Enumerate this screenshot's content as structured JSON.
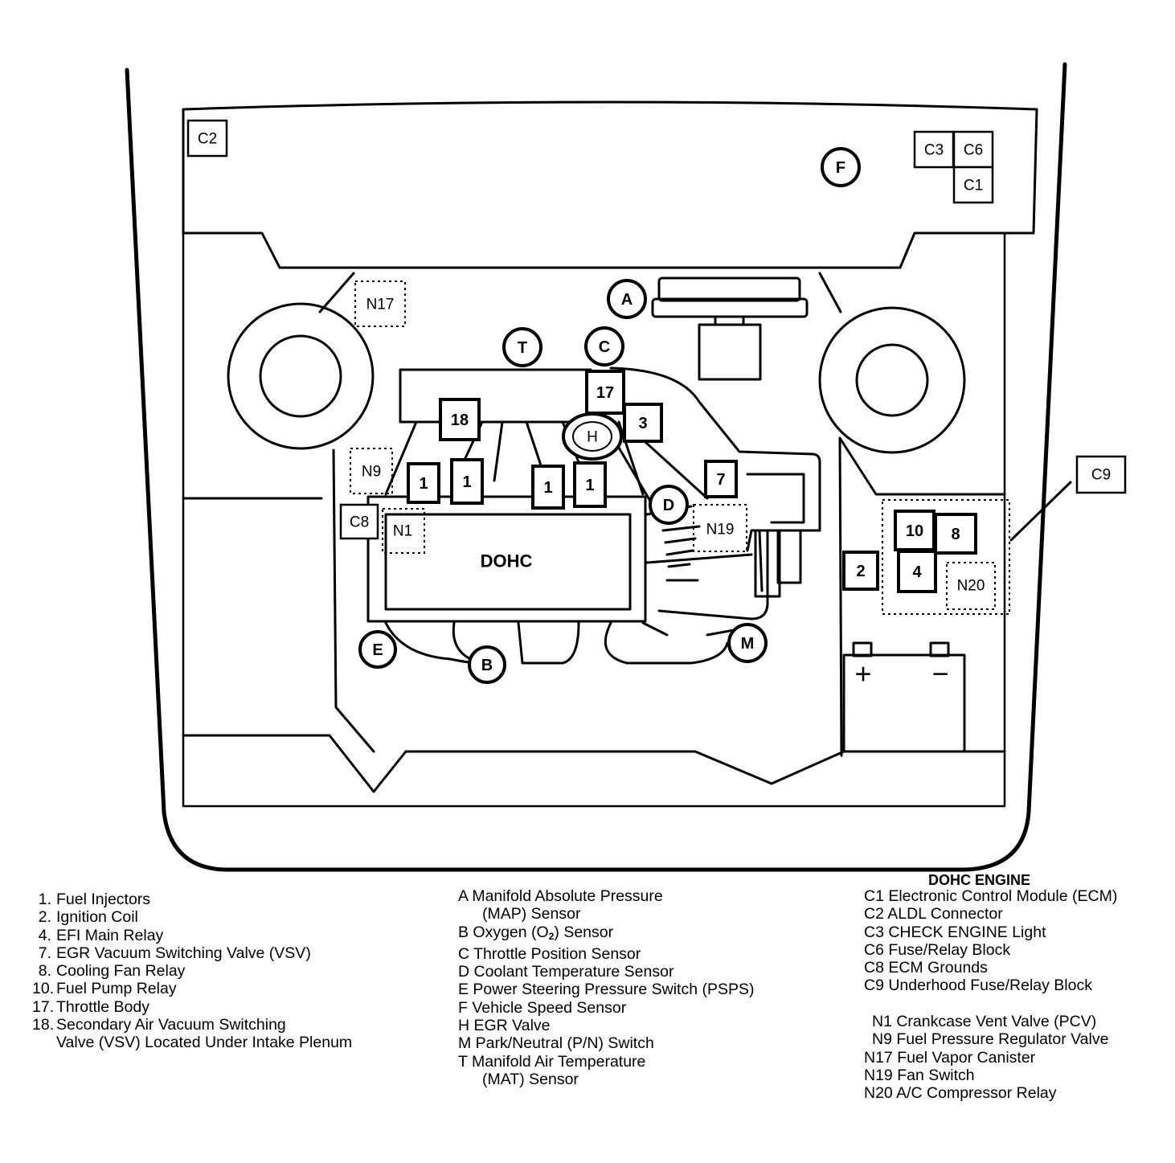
{
  "diagram": {
    "engine_label": "DOHC",
    "markers": {
      "C2": "C2",
      "C3": "C3",
      "C6": "C6",
      "C1": "C1",
      "F": "F",
      "A": "A",
      "T": "T",
      "C": "C",
      "N17": "N17",
      "n17": "17",
      "n18": "18",
      "n3": "3",
      "H": "H",
      "N9": "N9",
      "inj1": "1",
      "inj2": "1",
      "inj3": "1",
      "inj4": "1",
      "n7": "7",
      "D": "D",
      "C8": "C8",
      "N1": "N1",
      "N19": "N19",
      "C9": "C9",
      "n10": "10",
      "n8": "8",
      "n2": "2",
      "n4": "4",
      "N20": "N20",
      "E": "E",
      "B": "B",
      "M": "M",
      "plus": "+",
      "minus": "−"
    }
  },
  "legend": {
    "heading": "DOHC ENGINE",
    "numbered": [
      {
        "num": "1.",
        "text": "Fuel Injectors"
      },
      {
        "num": "2.",
        "text": "Ignition Coil"
      },
      {
        "num": "4.",
        "text": "EFI Main Relay"
      },
      {
        "num": "7.",
        "text": "EGR Vacuum Switching Valve (VSV)"
      },
      {
        "num": "8.",
        "text": "Cooling Fan Relay"
      },
      {
        "num": "10.",
        "text": "Fuel Pump Relay"
      },
      {
        "num": "17.",
        "text": "Throttle Body"
      },
      {
        "num": "18.",
        "text": "Secondary Air Vacuum Switching"
      },
      {
        "num": "",
        "text": "Valve (VSV) Located Under Intake Plenum"
      }
    ],
    "lettered": [
      {
        "text": "A Manifold Absolute Pressure"
      },
      {
        "text": "(MAP) Sensor",
        "indent": true
      },
      {
        "pre": "B Oxygen (O",
        "sub": "2",
        "post": ") Sensor"
      },
      {
        "text": "C Throttle Position Sensor"
      },
      {
        "text": "D Coolant Temperature Sensor"
      },
      {
        "text": "E Power Steering Pressure Switch (PSPS)"
      },
      {
        "text": "F Vehicle Speed Sensor"
      },
      {
        "text": "H EGR Valve"
      },
      {
        "text": "M Park/Neutral (P/N) Switch"
      },
      {
        "text": "T Manifold Air Temperature"
      },
      {
        "text": "(MAT) Sensor",
        "indent": true
      }
    ],
    "connectors": [
      {
        "text": "C1 Electronic Control Module (ECM)"
      },
      {
        "text": "C2 ALDL Connector"
      },
      {
        "text": "C3 CHECK ENGINE Light"
      },
      {
        "text": "C6 Fuse/Relay Block"
      },
      {
        "text": "C8 ECM Grounds"
      },
      {
        "text": "C9 Underhood Fuse/Relay Block"
      }
    ],
    "nitems": [
      {
        "text": "N1 Crankcase Vent Valve (PCV)"
      },
      {
        "text": "N9 Fuel Pressure Regulator Valve"
      },
      {
        "text": "N17 Fuel Vapor Canister"
      },
      {
        "text": "N19 Fan Switch"
      },
      {
        "text": "N20 A/C Compressor Relay"
      }
    ]
  }
}
